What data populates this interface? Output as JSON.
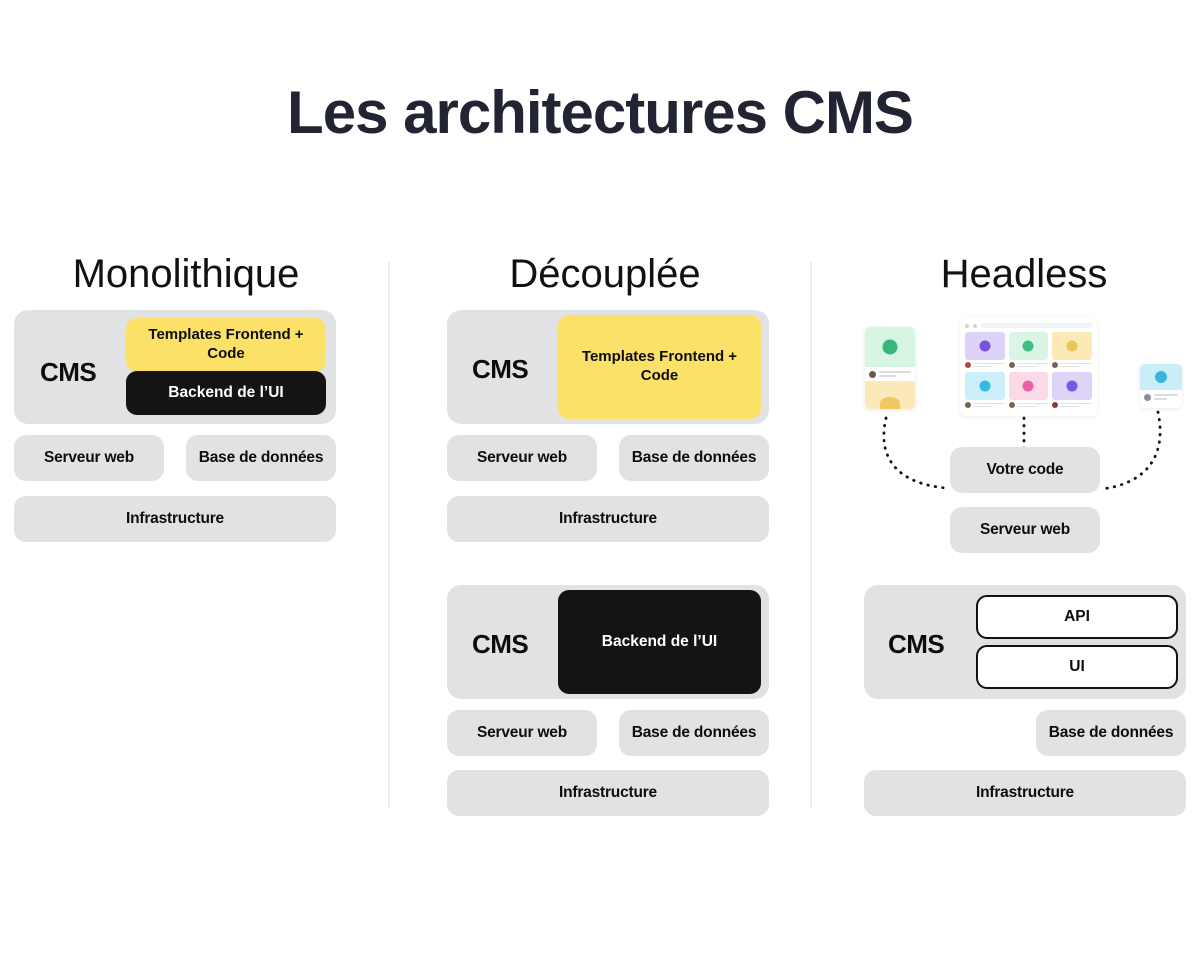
{
  "page": {
    "title": "Les architectures CMS",
    "title_color": "#222433",
    "background": "#ffffff"
  },
  "palette": {
    "gray_box": "#e1e2e4",
    "yellow_box": "#fce168",
    "black_box": "#141414",
    "white_box_border": "#121212",
    "divider": "#eceef0"
  },
  "columns": [
    {
      "key": "monolithique",
      "heading": "Monolithique",
      "cms_label": "CMS",
      "frontend_label": "Templates Frontend + Code",
      "backend_label": "Backend de l’UI",
      "web_server": "Serveur web",
      "database": "Base de données",
      "infrastructure": "Infrastructure"
    },
    {
      "key": "decouplee",
      "heading": "Découplée",
      "cms_label": "CMS",
      "frontend_label": "Templates Frontend + Code",
      "backend_label": "Backend de l’UI",
      "web_server_top": "Serveur web",
      "database_top": "Base de données",
      "infrastructure_top": "Infrastructure",
      "cms_label_bottom": "CMS",
      "web_server_bottom": "Serveur web",
      "database_bottom": "Base de données",
      "infrastructure_bottom": "Infrastructure"
    },
    {
      "key": "headless",
      "heading": "Headless",
      "your_code": "Votre code",
      "web_server": "Serveur web",
      "cms_label": "CMS",
      "api_label": "API",
      "ui_label": "UI",
      "database": "Base de données",
      "infrastructure": "Infrastructure"
    }
  ]
}
